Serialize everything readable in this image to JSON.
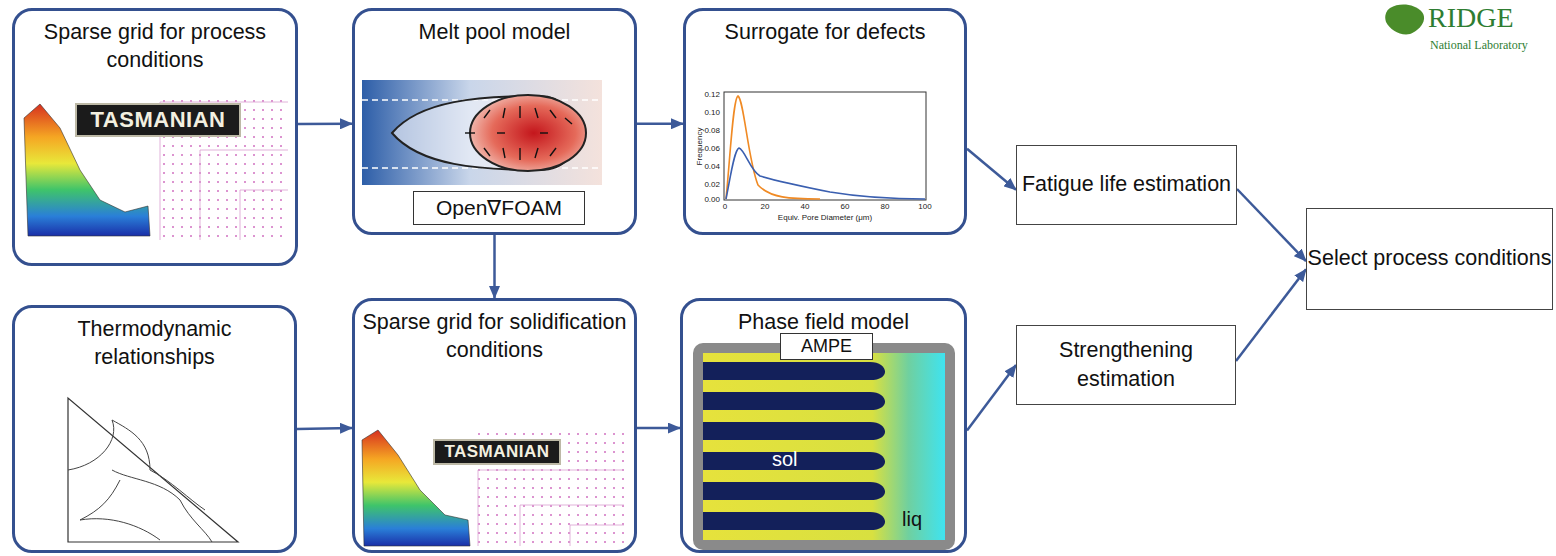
{
  "diagram": {
    "nodes": [
      {
        "text": [
          "Sparse grid for process conditions"
        ]
      },
      {
        "text": [
          "TASMANIAN"
        ],
        "in": 0
      },
      {
        "text": [
          "Melt pool model"
        ]
      },
      {
        "text": [
          "Open∇FOAM"
        ],
        "in": 2
      },
      {
        "text": [
          "Surrogate for defects"
        ]
      },
      {
        "text": [
          "Fatigue life estimation"
        ]
      },
      {
        "text": [
          "Select process conditions"
        ]
      },
      {
        "text": [
          "Thermodynamic relationships"
        ]
      },
      {
        "text": [
          "Sparse grid for solidification conditions"
        ]
      },
      {
        "text": [
          "TASMANIAN"
        ],
        "in": 8
      },
      {
        "text": [
          "Phase field model"
        ]
      },
      {
        "text": [
          "AMPE"
        ],
        "in": 10
      },
      {
        "text": [
          "Strengthening estimation"
        ]
      }
    ],
    "edges": [
      {
        "from": 0,
        "to": 2,
        "arrow": "to"
      },
      {
        "from": 2,
        "to": 4,
        "arrow": "to"
      },
      {
        "from": 4,
        "to": 5,
        "arrow": "to"
      },
      {
        "from": 5,
        "to": 6,
        "arrow": "to"
      },
      {
        "from": 2,
        "to": 8,
        "arrow": "to"
      },
      {
        "from": 7,
        "to": 8,
        "arrow": "to"
      },
      {
        "from": 8,
        "to": 10,
        "arrow": "to"
      },
      {
        "from": 10,
        "to": 12,
        "arrow": "to"
      },
      {
        "from": 12,
        "to": 6,
        "arrow": "to"
      }
    ],
    "labels": [
      "0.12",
      "0.10",
      "0.08",
      "0.06",
      "0.04",
      "0.02",
      "0.00",
      "0",
      "20",
      "40",
      "60",
      "80",
      "100",
      "Frequency",
      "Equiv. Pore Diameter (μm)",
      "sol",
      "liq",
      "RIDGE",
      "National Laboratory"
    ]
  }
}
